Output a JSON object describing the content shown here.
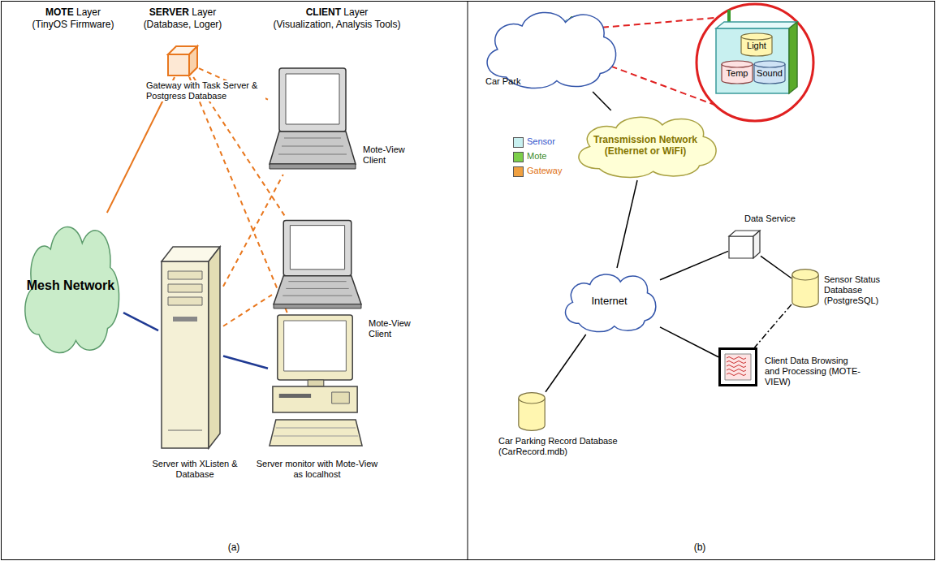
{
  "diagram": {
    "nodes": [
      {
        "text": [
          "Gateway with Task Server & Postgress Database"
        ]
      },
      {
        "text": [
          "Mote-View Client"
        ]
      },
      {
        "text": [
          "Mesh Network"
        ]
      },
      {
        "text": [
          "Mote-View Client"
        ]
      },
      {
        "text": [
          "Server with XListen & Database"
        ]
      },
      {
        "text": [
          "Server monitor with Mote-View as localhost"
        ]
      },
      {
        "text": [
          "Car Park"
        ]
      },
      {
        "text": [
          "Light"
        ]
      },
      {
        "text": [
          "Temp"
        ]
      },
      {
        "text": [
          "Sound"
        ]
      },
      {
        "text": [
          "Transmission Network (Ethernet or WiFi)"
        ]
      },
      {
        "text": [
          "Data Service"
        ]
      },
      {
        "text": [
          "Internet"
        ]
      },
      {
        "text": [
          "Sensor Status Database (PostgreSQL)"
        ]
      },
      {
        "text": [
          "Client Data Browsing and Processing (MOTE-VIEW)"
        ]
      },
      {
        "text": [
          "Car Parking Record Database (CarRecord.mdb)"
        ]
      }
    ],
    "edges": [
      {
        "from": 0,
        "to": 2,
        "arrow": "none"
      },
      {
        "from": 2,
        "to": 4,
        "arrow": "none"
      },
      {
        "from": 4,
        "to": 5,
        "arrow": "none"
      },
      {
        "from": 0,
        "to": 1,
        "arrow": "none"
      },
      {
        "from": 0,
        "to": 3,
        "arrow": "none"
      },
      {
        "from": 0,
        "to": 5,
        "arrow": "none"
      },
      {
        "from": 4,
        "to": 1,
        "arrow": "none"
      },
      {
        "from": 4,
        "to": 3,
        "arrow": "none"
      },
      {
        "from": 6,
        "to": 10,
        "arrow": "none"
      },
      {
        "from": 10,
        "to": 12,
        "arrow": "none"
      },
      {
        "from": 12,
        "to": 11,
        "arrow": "none"
      },
      {
        "from": 11,
        "to": 13,
        "arrow": "none"
      },
      {
        "from": 12,
        "to": 14,
        "arrow": "none"
      },
      {
        "from": 12,
        "to": 15,
        "arrow": "none"
      },
      {
        "from": 13,
        "to": 14,
        "arrow": "none"
      }
    ],
    "labels": [
      "MOTE Layer",
      "(TinyOS Firmware)",
      "SERVER Layer",
      "(Database, Loger)",
      "CLIENT Layer",
      "(Visualization, Analysis Tools)",
      "(a)",
      "(b)"
    ],
    "legend": [
      {
        "text": "Sensor",
        "color": "#c8f0f0"
      },
      {
        "text": "Mote",
        "color": "#7ccf4a"
      },
      {
        "text": "Gateway",
        "color": "#f0a040"
      }
    ]
  }
}
